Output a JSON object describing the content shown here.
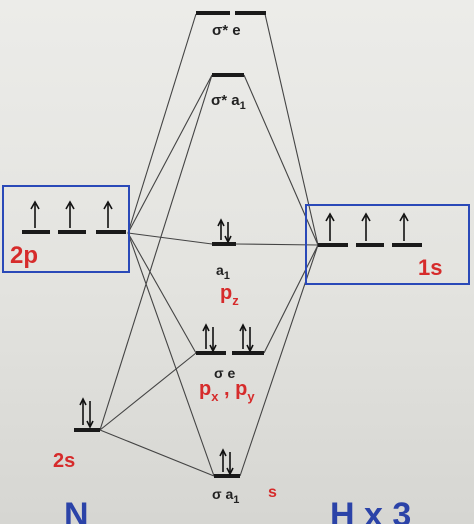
{
  "left_atom": {
    "label_p": "2p",
    "label_s": "2s"
  },
  "right_atom": {
    "label": "1s"
  },
  "mo_levels": {
    "sigma_star_e": "σ* e",
    "sigma_star_a1": "σ* a",
    "sigma_star_a1_sub": "1",
    "a1_nb": "a",
    "a1_nb_sub": "1",
    "pz": "p",
    "pz_sub": "z",
    "sigma_e": "σ e",
    "px_py": {
      "p": "p",
      "x": "x",
      "comma": " , ",
      "p2": "p",
      "y": "y"
    },
    "sigma_a1": "σ a",
    "sigma_a1_sub": "1",
    "s_label": "s"
  },
  "bottom_text": {
    "left": "N",
    "right": "H x 3"
  },
  "colors": {
    "box": "#2a49b8",
    "red_label": "#d62b2b",
    "bottom_text": "#2b43a8"
  }
}
